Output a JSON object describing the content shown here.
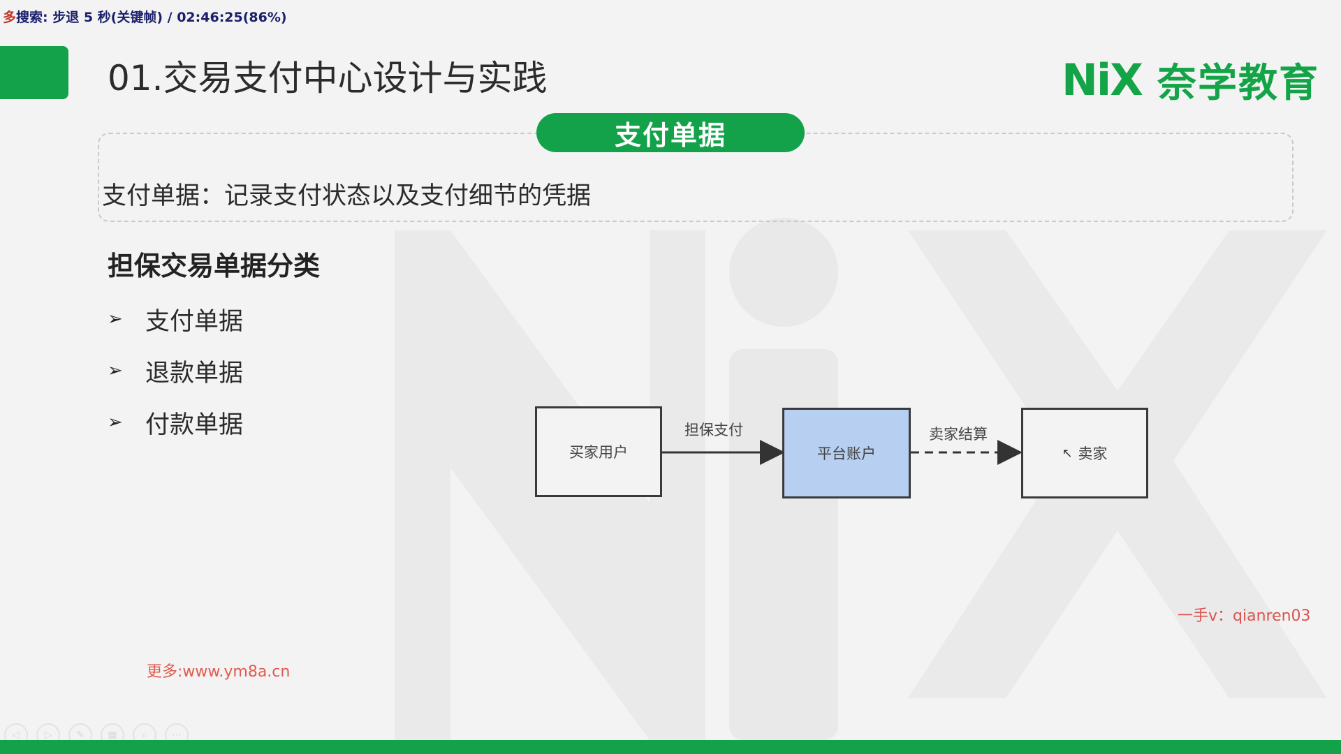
{
  "overlay": {
    "prefix": "多",
    "text": "搜索: 步退 5 秒(关键帧) / 02:46:25(86%)"
  },
  "slide": {
    "title": "01.交易支付中心设计与实践",
    "logo": {
      "mark_n": "N",
      "mark_ix": "iX",
      "brand": "奈学教育"
    },
    "pill_label": "支付单据",
    "definition": "支付单据：记录支付状态以及支付细节的凭据",
    "section_heading": "担保交易单据分类",
    "bullets": [
      {
        "marker": "➢",
        "label": "支付单据"
      },
      {
        "marker": "➢",
        "label": "退款单据"
      },
      {
        "marker": "➢",
        "label": "付款单据"
      }
    ]
  },
  "diagram": {
    "nodes": {
      "buyer": "买家用户",
      "platform": "平台账户",
      "seller": "卖家"
    },
    "edges": {
      "buyer_to_platform": "担保支付",
      "platform_to_seller": "卖家结算"
    }
  },
  "watermarks": {
    "right": "一手v：qianren03",
    "left": "更多:www.ym8a.cn"
  },
  "colors": {
    "accent_green": "#13a24a",
    "platform_fill": "#b7cff0",
    "watermark_red": "#e05a4e"
  },
  "controls": [
    {
      "icon": "prev-icon",
      "glyph": "◁"
    },
    {
      "icon": "next-icon",
      "glyph": "▷"
    },
    {
      "icon": "pen-icon",
      "glyph": "✎"
    },
    {
      "icon": "slides-icon",
      "glyph": "▦"
    },
    {
      "icon": "zoom-icon",
      "glyph": "⌕"
    },
    {
      "icon": "more-icon",
      "glyph": "⋯"
    }
  ]
}
